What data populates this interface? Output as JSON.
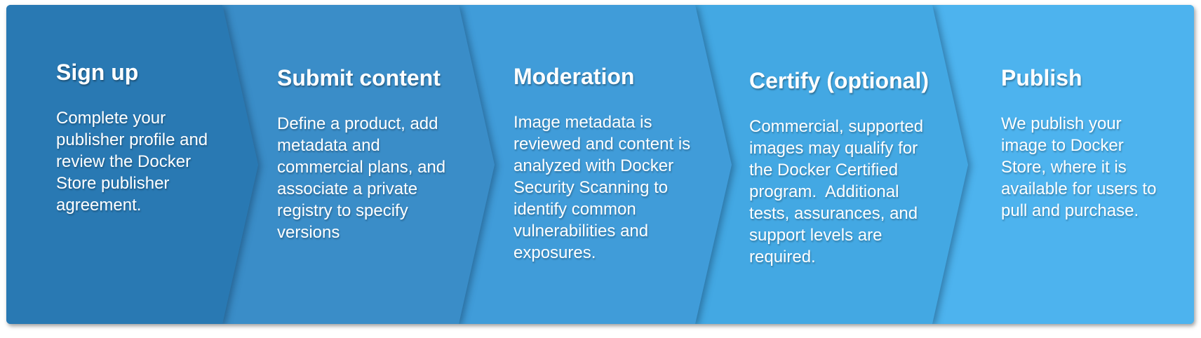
{
  "steps": [
    {
      "title": "Sign up",
      "body": [
        "Complete your",
        "publisher profile and",
        "review the Docker",
        "Store publisher",
        "agreement."
      ],
      "color": "#2979b3"
    },
    {
      "title": "Submit content",
      "body": [
        "Define a product, add",
        "metadata and",
        "commercial plans, and",
        "associate a private",
        "registry to specify",
        "versions"
      ],
      "color": "#3a8dc8"
    },
    {
      "title": "Moderation",
      "body": [
        "Image metadata is",
        "reviewed and content is",
        "analyzed with Docker",
        "Security Scanning to",
        "identify common",
        "vulnerabilities and",
        "exposures."
      ],
      "color": "#409cd9"
    },
    {
      "title": "Certify (optional)",
      "body": [
        "Commercial, supported",
        "images may qualify for",
        "the Docker Certified",
        "program.  Additional",
        "tests, assurances, and",
        "support levels are",
        "required."
      ],
      "color": "#43a8e3"
    },
    {
      "title": "Publish",
      "body": [
        "We publish your",
        "image to Docker",
        "Store, where it is",
        "available for users to",
        "pull and purchase."
      ],
      "color": "#4db3ee"
    }
  ]
}
